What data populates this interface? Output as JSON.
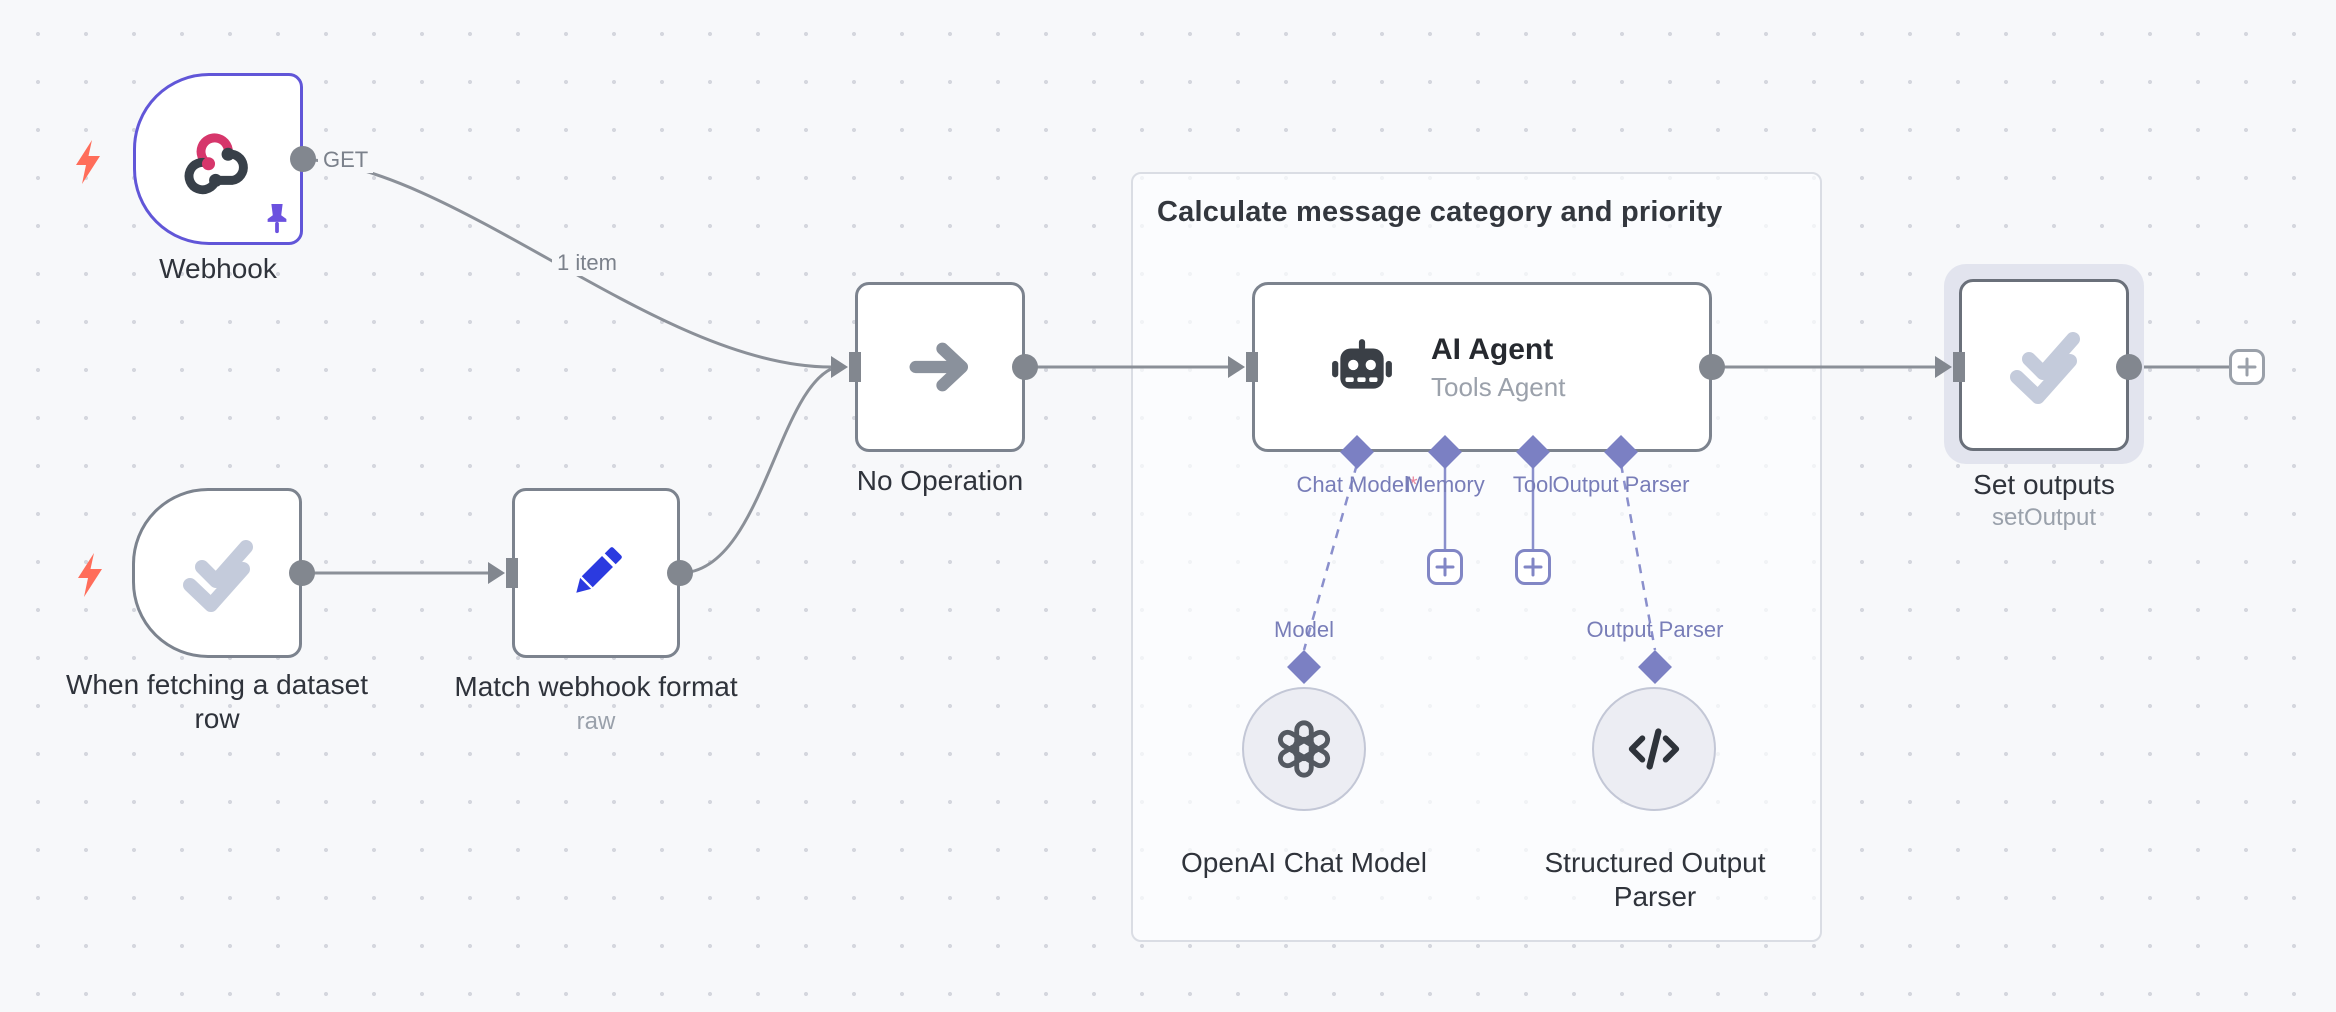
{
  "group": {
    "title": "Calculate message category and priority"
  },
  "edge_labels": {
    "webhook_method": "GET",
    "webhook_items": "1 item"
  },
  "nodes": {
    "webhook": {
      "label": "Webhook"
    },
    "dataset_trigger": {
      "label": "When fetching a dataset row"
    },
    "match_format": {
      "label": "Match webhook format",
      "subtitle": "raw"
    },
    "no_operation": {
      "label": "No Operation"
    },
    "ai_agent": {
      "title": "AI Agent",
      "subtitle": "Tools Agent",
      "connectors": [
        "Chat Model",
        "Memory",
        "Tool",
        "Output Parser"
      ],
      "required_marker": "*"
    },
    "openai_model": {
      "label": "OpenAI Chat Model",
      "connector_label": "Model"
    },
    "structured_parser": {
      "label": "Structured Output Parser",
      "connector_label": "Output Parser"
    },
    "set_outputs": {
      "label": "Set outputs",
      "subtitle": "setOutput"
    }
  },
  "colors": {
    "canvas": "#f7f8fa",
    "node_border": "#7c838e",
    "selected_trigger_border": "#6156d8",
    "edge": "#8b9098",
    "connector": "#82878f",
    "ai_connector": "#7b80c3",
    "ai_connector_line": "#8a8fcc",
    "trigger_bolt": "#ff6d5a",
    "webhook_pink": "#d6366b",
    "webhook_dark": "#384049",
    "pencil_blue": "#2b3ae0",
    "pin_purple": "#6b51df",
    "check_gray": "#c4cbdb"
  }
}
